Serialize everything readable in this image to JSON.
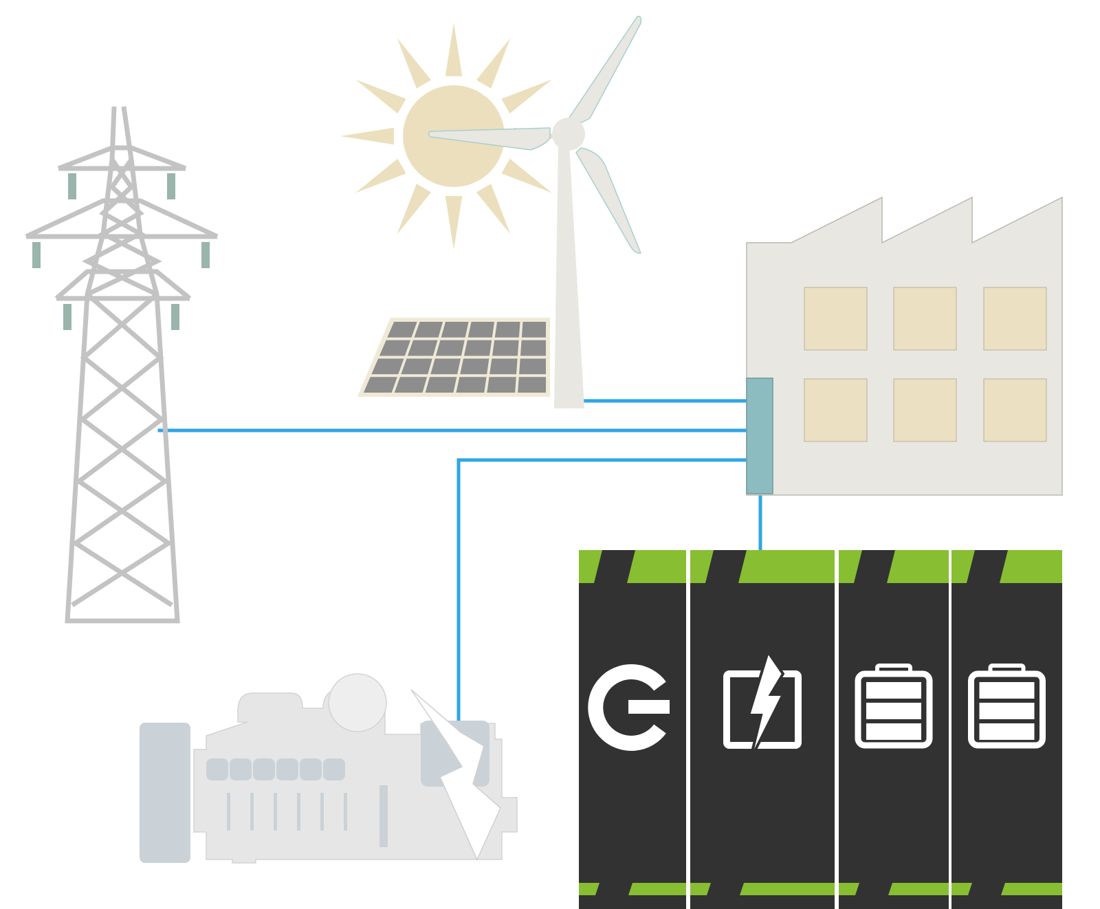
{
  "colors": {
    "background": "#ffffff",
    "tower": "#c3c3c3",
    "insulator": "#9ab5ab",
    "sun": "#ecdfbd",
    "turbine": "#e8e7e2",
    "turbine_outline": "#a9cfcd",
    "solar_frame": "#efe9d6",
    "solar_cell": "#8d8d8d",
    "factory": "#e8e7e2",
    "factory_window": "#ebe0c1",
    "controller": "#8cbcc0",
    "wire": "#2fa5e6",
    "generator_body": "#e6e6e6",
    "generator_dark": "#cad2d8",
    "storage_body": "#323232",
    "storage_accent": "#88be32",
    "storage_icon": "#ffffff"
  },
  "components": [
    {
      "id": "grid",
      "icon": "transmission-tower-icon"
    },
    {
      "id": "sun",
      "icon": "sun-icon"
    },
    {
      "id": "wind",
      "icon": "wind-turbine-icon"
    },
    {
      "id": "solar",
      "icon": "solar-panel-icon"
    },
    {
      "id": "factory",
      "icon": "factory-icon"
    },
    {
      "id": "controller",
      "icon": "controller-box-icon"
    },
    {
      "id": "genset",
      "icon": "generator-icon"
    },
    {
      "id": "storage",
      "icon": "battery-storage-icon",
      "modules": [
        "power-icon",
        "inverter-icon",
        "battery-icon",
        "battery-icon"
      ]
    }
  ]
}
